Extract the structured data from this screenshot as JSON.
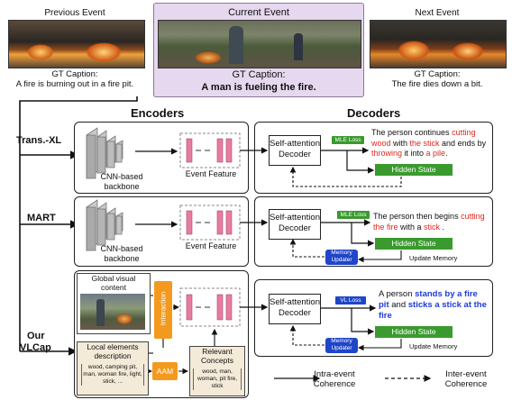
{
  "events": {
    "previous": {
      "title": "Previous Event",
      "caption_head": "GT Caption:",
      "caption": "A fire is burning out in a fire pit."
    },
    "current": {
      "title": "Current Event",
      "caption_head": "GT Caption:",
      "caption": "A man is fueling the fire."
    },
    "next": {
      "title": "Next Event",
      "caption_head": "GT Caption:",
      "caption": "The fire dies down a bit."
    }
  },
  "headers": {
    "encoders": "Encoders",
    "decoders": "Decoders"
  },
  "rows": {
    "transxl": {
      "label": "Trans.-XL",
      "cnn": "CNN-based backbone",
      "feature": "Event Feature",
      "decoder": "Self-attention Decoder",
      "loss": "MLE Loss",
      "hidden": "Hidden State",
      "output": [
        "The person continues ",
        "cutting wood",
        " with ",
        "the stick",
        " and ends by ",
        "throwing",
        " it into ",
        "a pile",
        "."
      ]
    },
    "mart": {
      "label": "MART",
      "cnn": "CNN-based backbone",
      "feature": "Event Feature",
      "decoder": "Self-attention Decoder",
      "loss": "MLE Loss",
      "hidden": "Hidden State",
      "memory": "Memory Updater",
      "update": "Update Memory",
      "output": [
        "The person then begins ",
        "cutting the fire",
        " with a ",
        "stick",
        " ."
      ]
    },
    "vlcap": {
      "label_1": "Our",
      "label_2": "VLCap",
      "global": "Global visual content",
      "interaction": "Interaction",
      "local": "Local elements description",
      "local_text": "wood, camping pit, man, woman fire, light, stick, ...",
      "aam": "AAM",
      "relevant": "Relevant Concepts",
      "relevant_text": "wood, man, woman, pit fire, stick",
      "decoder": "Self-attention Decoder",
      "loss": "VL Loss",
      "hidden": "Hidden State",
      "memory": "Memory Updater",
      "update": "Update Memory",
      "output": [
        "A person ",
        "stands by a fire pit",
        " and ",
        "sticks a stick at the fire"
      ]
    }
  },
  "legend": {
    "intra": "Intra-event Coherence",
    "inter": "Inter-event Coherence"
  },
  "colors": {
    "feature": "#e87ba0",
    "interaction": "#f39a1e",
    "loss_green": "#3a9a2e",
    "loss_blue": "#1f45c8",
    "current_bg": "#e6d8ee",
    "red": "#e0271f",
    "blue_text": "#1f3bd6"
  }
}
